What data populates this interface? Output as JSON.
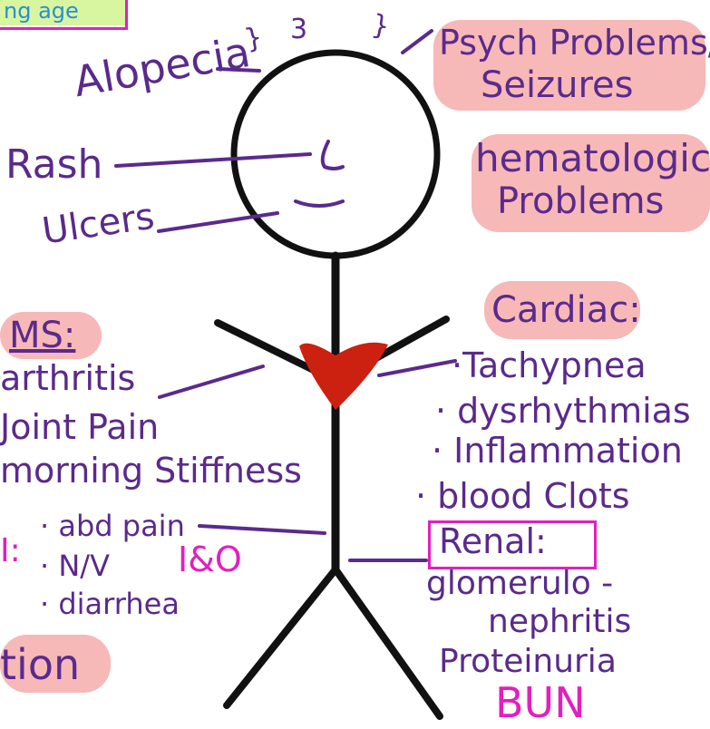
{
  "colors": {
    "ink": "#5a2a8c",
    "figure": "#111111",
    "heart": "#cc2010",
    "highlight": "#f7b8b8",
    "magenta": "#e21fbf",
    "greenish": "#d8f5a0"
  },
  "top_left_label": "ng age",
  "head_marks": [
    "}",
    "3",
    "}"
  ],
  "head_labels": {
    "alopecia": "Alopecia",
    "rash": "Rash",
    "ulcers": "Ulcers"
  },
  "psych": {
    "line1": "Psych Problems/",
    "line2": "Seizures"
  },
  "hematological": {
    "line1": "hematological",
    "line2": "Problems"
  },
  "ms": {
    "heading": "MS:",
    "items": [
      "arthritis",
      "Joint Pain",
      "morning Stiffness"
    ]
  },
  "gi": {
    "partial_label": "I:",
    "items": [
      "· abd pain",
      "· N/V",
      "· diarrhea"
    ],
    "io": "I&O"
  },
  "bottom_left_label": "tion",
  "cardiac": {
    "heading": "Cardiac:",
    "items": [
      "·Tachypnea",
      "· dysrhythmias",
      "· Inflammation",
      "· blood Clots"
    ]
  },
  "renal": {
    "heading": "Renal:",
    "items": [
      "glomerulo -",
      "nephritis",
      "Proteinuria"
    ],
    "bun": "BUN"
  }
}
